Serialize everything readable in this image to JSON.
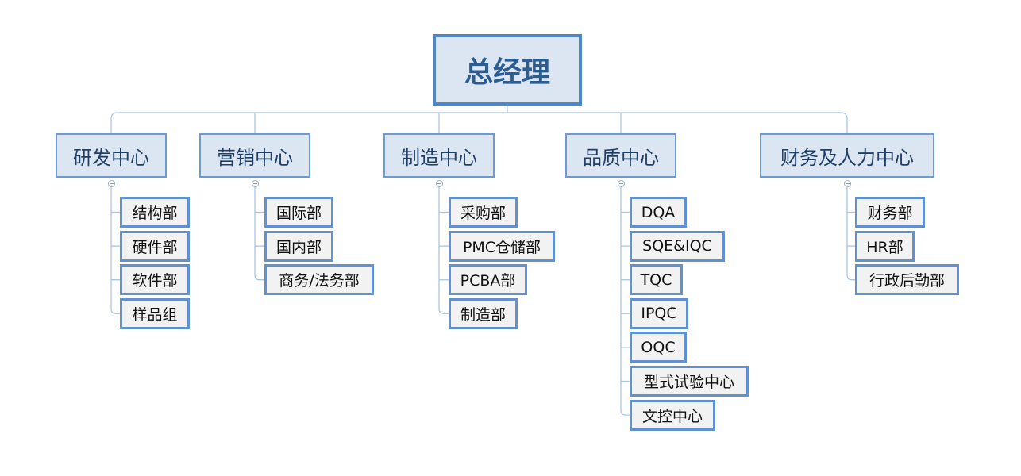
{
  "root": {
    "label": "总经理"
  },
  "departments": [
    {
      "label": "研发中心",
      "children": [
        "结构部",
        "硬件部",
        "软件部",
        "样品组"
      ]
    },
    {
      "label": "营销中心",
      "children": [
        "国际部",
        "国内部",
        "商务/法务部"
      ]
    },
    {
      "label": "制造中心",
      "children": [
        "采购部",
        "PMC仓储部",
        "PCBA部",
        "制造部"
      ]
    },
    {
      "label": "品质中心",
      "children": [
        "DQA",
        "SQE&IQC",
        "TQC",
        "IPQC",
        "OQC",
        "型式试验中心",
        "文控中心"
      ]
    },
    {
      "label": "财务及人力中心",
      "children": [
        "财务部",
        "HR部",
        "行政后勤部"
      ]
    }
  ],
  "colors": {
    "line": "#a9c4e6",
    "box_border": "#5f92cf",
    "root_text": "#2b5d91"
  }
}
